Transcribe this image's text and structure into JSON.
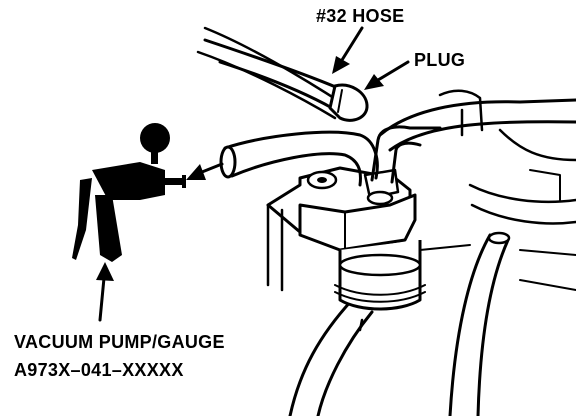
{
  "labels": {
    "hose": "#32 HOSE",
    "plug": "PLUG",
    "pump_line1": "VACUUM PUMP/GAUGE",
    "pump_line2": "A973X–041–XXXXX"
  },
  "colors": {
    "ink": "#000000",
    "paper": "#ffffff"
  }
}
